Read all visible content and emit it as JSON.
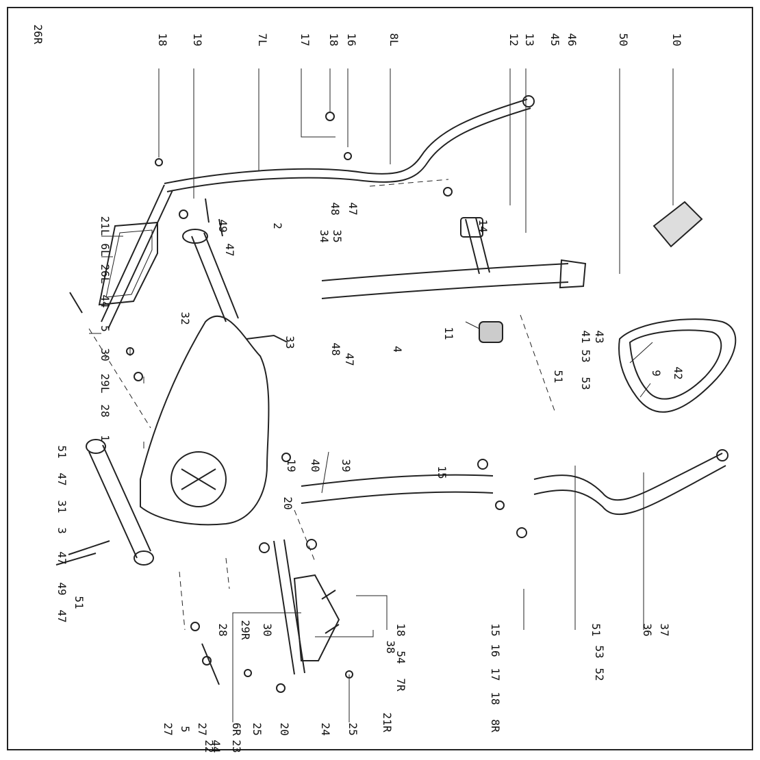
{
  "diagram": {
    "labels": [
      "18",
      "19",
      "7L",
      "17",
      "18",
      "16",
      "8L",
      "12",
      "13",
      "45",
      "46",
      "50",
      "10",
      "14",
      "48",
      "47",
      "34",
      "35",
      "2",
      "49",
      "47",
      "32",
      "21L",
      "6L",
      "26L",
      "44",
      "5",
      "11",
      "41",
      "43",
      "53",
      "53",
      "4",
      "47",
      "48",
      "33",
      "39",
      "40",
      "19",
      "51",
      "9",
      "42",
      "30",
      "29L",
      "28",
      "1",
      "51",
      "47",
      "31",
      "3",
      "47",
      "49",
      "47",
      "15",
      "20",
      "18",
      "54",
      "7R",
      "15",
      "16",
      "17",
      "18",
      "8R",
      "51",
      "53",
      "52",
      "36",
      "37",
      "51",
      "28",
      "29R",
      "30",
      "38",
      "21R",
      "25",
      "24",
      "20",
      "6R",
      "25",
      "23",
      "22",
      "27",
      "5",
      "27",
      "44",
      "26R"
    ]
  }
}
